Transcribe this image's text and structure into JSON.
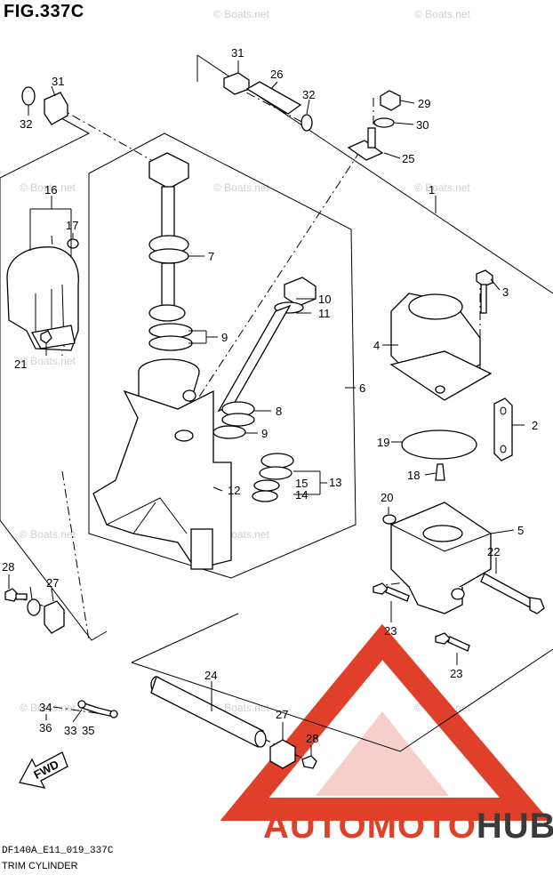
{
  "figure": {
    "title": "FIG.337C"
  },
  "footer": {
    "code": "DF140A_E11_019_337C",
    "name": "TRIM CYLINDER"
  },
  "watermark": {
    "text": "© Boats.net"
  },
  "fwd_arrow": {
    "label": "FWD"
  },
  "logo": {
    "part1": "AUTOMOTO",
    "part2": "HUB",
    "color_primary": "#e0402a",
    "color_secondary": "#3a3a3a"
  },
  "callouts": {
    "c1": "1",
    "c2": "2",
    "c3": "3",
    "c4": "4",
    "c5": "5",
    "c6": "6",
    "c7": "7",
    "c8": "8",
    "c9a": "9",
    "c9b": "9",
    "c10": "10",
    "c11": "11",
    "c12": "12",
    "c13": "13",
    "c14": "14",
    "c15": "15",
    "c16": "16",
    "c17": "17",
    "c18": "18",
    "c19": "19",
    "c20": "20",
    "c21": "21",
    "c22": "22",
    "c23a": "23",
    "c23b": "23",
    "c24": "24",
    "c25": "25",
    "c26": "26",
    "c27a": "27",
    "c27b": "27",
    "c28a": "28",
    "c28b": "28",
    "c29": "29",
    "c30": "30",
    "c31a": "31",
    "c31b": "31",
    "c32a": "32",
    "c32b": "32",
    "c33": "33",
    "c34": "34",
    "c35": "35",
    "c36": "36"
  }
}
